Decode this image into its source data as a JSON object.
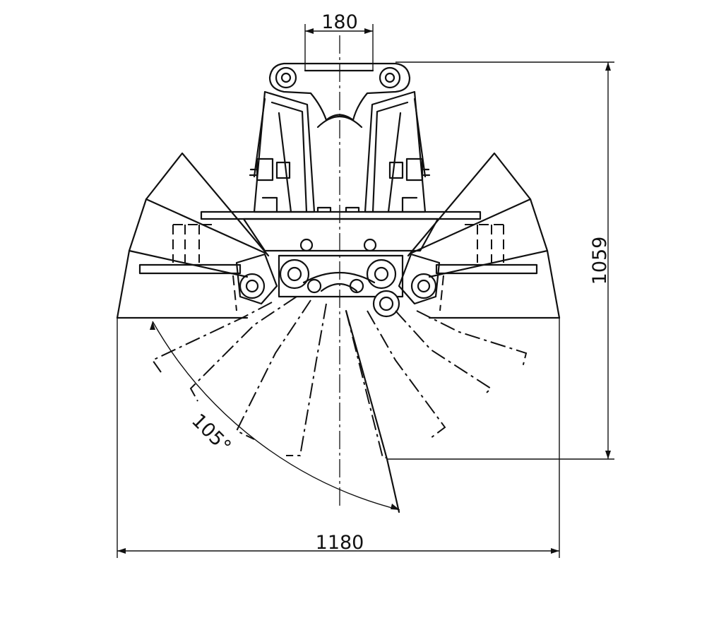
{
  "dimensions": {
    "top_width": "180",
    "height": "1059",
    "width": "1180",
    "angle": "105°"
  },
  "colors": {
    "line": "#111111",
    "background": "#ffffff"
  }
}
